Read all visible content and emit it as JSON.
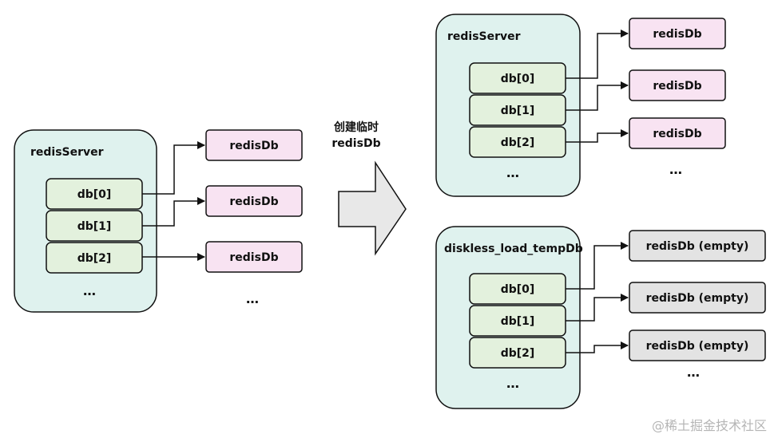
{
  "left_server": {
    "title": "redisServer",
    "slots": [
      "db[0]",
      "db[1]",
      "db[2]"
    ],
    "slots_ellipsis": "…",
    "targets": [
      "redisDb",
      "redisDb",
      "redisDb"
    ],
    "targets_ellipsis": "…"
  },
  "arrow_label": {
    "line1": "创建临时",
    "line2": "redisDb"
  },
  "right_top_server": {
    "title": "redisServer",
    "slots": [
      "db[0]",
      "db[1]",
      "db[2]"
    ],
    "slots_ellipsis": "…",
    "targets": [
      "redisDb",
      "redisDb",
      "redisDb"
    ],
    "targets_ellipsis": "…"
  },
  "right_bottom_server": {
    "title": "diskless_load_tempDb",
    "slots": [
      "db[0]",
      "db[1]",
      "db[2]"
    ],
    "slots_ellipsis": "…",
    "targets": [
      "redisDb (empty)",
      "redisDb (empty)",
      "redisDb (empty)"
    ],
    "targets_ellipsis": "…"
  },
  "watermark": "@稀土掘金技术社区",
  "colors": {
    "server_fill": "#dff2ee",
    "slot_fill": "#e3f1dd",
    "redisdb_fill": "#f8e3f2",
    "empty_fill": "#e3e3e3",
    "arrow_fill": "#e8e8e8"
  }
}
